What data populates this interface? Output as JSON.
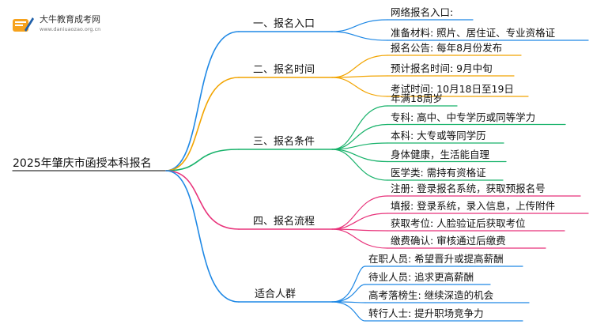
{
  "brand": {
    "name": "大牛教育成考网",
    "url": "www.daniuaozao.org.cn",
    "logo_icon": "book-pencil-logo",
    "colors": {
      "orange": "#f6a21c",
      "blue": "#1f5fa8"
    }
  },
  "root": "2025年肇庆市函授本科报名",
  "branches": [
    {
      "label": "一、报名入口",
      "color": "#1e88e5",
      "leaves": [
        "网络报名入口:",
        "准备材料: 照片、居住证、专业资格证"
      ]
    },
    {
      "label": "二、报名时间",
      "color": "#f2a400",
      "leaves": [
        "报名公告: 每年8月份发布",
        "预计报名时间: 9月中旬",
        "考试时间: 10月18日至19日"
      ]
    },
    {
      "label": "三、报名条件",
      "color": "#17b26a",
      "leaves": [
        "年满18周岁",
        "专科: 高中、中专学历或同等学力",
        "本科: 大专或等同学历",
        "身体健康，生活能自理",
        "医学类: 需持有资格证"
      ]
    },
    {
      "label": "四、报名流程",
      "color": "#e8327a",
      "leaves": [
        "注册: 登录报名系统，获取预报名号",
        "填报: 登录系统，录入信息，上传附件",
        "获取考位: 人脸验证后获取考位",
        "缴费确认: 审核通过后缴费"
      ]
    },
    {
      "label": "适合人群",
      "color": "#1e88e5",
      "leaves": [
        "在职人员: 希望晋升或提高薪酬",
        "待业人员: 追求更高薪酬",
        "高考落榜生: 继续深造的机会",
        "转行人士: 提升职场竞争力"
      ]
    }
  ]
}
